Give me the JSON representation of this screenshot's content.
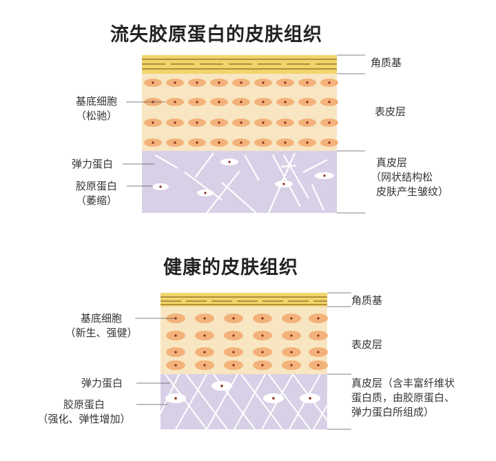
{
  "diagram_top": {
    "title": "流失胶原蛋白的皮肤组织",
    "labels": {
      "stratum_corneum": "角质基",
      "basal_cell": "基底细胞",
      "basal_cell_note": "（松驰）",
      "epidermis": "表皮层",
      "elastin": "弹力蛋白",
      "collagen": "胶原蛋白",
      "collagen_note": "（萎缩）",
      "dermis_line1": "真皮层",
      "dermis_line2": "（网状结构松",
      "dermis_line3": "皮肤产生皱纹）"
    }
  },
  "diagram_bottom": {
    "title": "健康的皮肤组织",
    "labels": {
      "stratum_corneum": "角质基",
      "basal_cell": "基底细胞",
      "basal_cell_note": "（新生、强健）",
      "epidermis": "表皮层",
      "elastin": "弹力蛋白",
      "collagen": "胶原蛋白",
      "collagen_note": "（强化、弹性增加）",
      "dermis_line1": "真皮层（含丰富纤维状",
      "dermis_line2": "蛋白质，由胶原蛋白、",
      "dermis_line3": "弹力蛋白所组成）"
    }
  },
  "colors": {
    "stratum_corneum": "#f2d56a",
    "epidermis": "#f8e6c2",
    "dermis": "#d8d0e6",
    "cell": "#f3b27a",
    "nucleus": "#8a2a1a",
    "fiber": "#ffffff",
    "leader_line": "#555555"
  }
}
